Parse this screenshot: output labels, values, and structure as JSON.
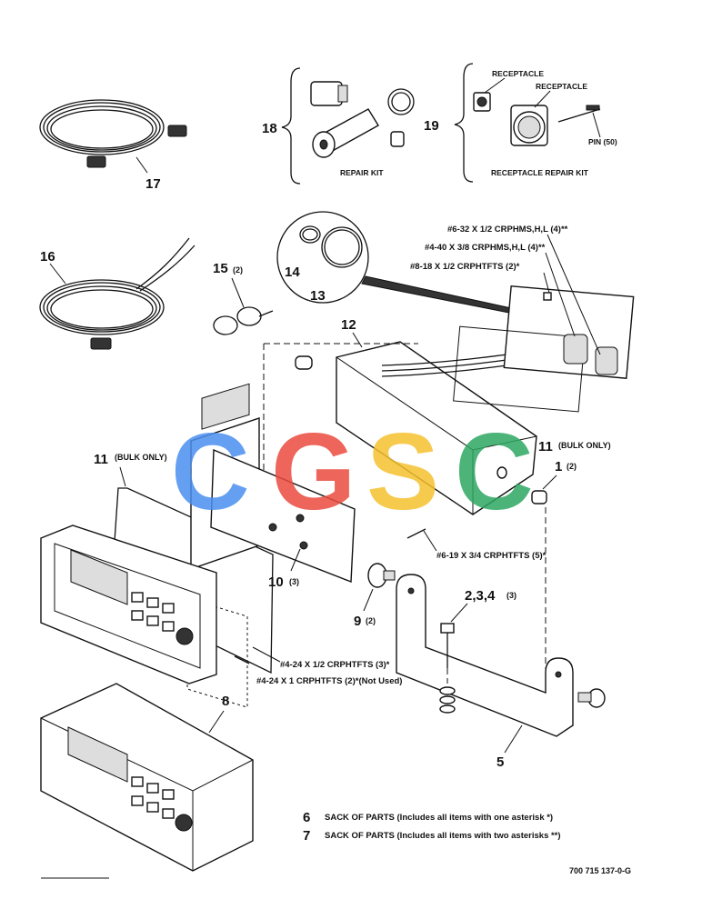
{
  "callouts": {
    "c1": "1",
    "c1q": "(2)",
    "c234": "2,3,4",
    "c234q": "(3)",
    "c5": "5",
    "c6": "6",
    "c6t": "SACK OF PARTS (Includes all items with one asterisk *)",
    "c7": "7",
    "c7t": "SACK OF PARTS (Includes all items with two asterisks **)",
    "c8": "8",
    "c9": "9",
    "c9q": "(2)",
    "c10": "10",
    "c10q": "(3)",
    "c11a": "11",
    "c11aq": "(BULK ONLY)",
    "c11b": "11",
    "c11bq": "(BULK ONLY)",
    "c12": "12",
    "c13": "13",
    "c14": "14",
    "c15": "15",
    "c15q": "(2)",
    "c16": "16",
    "c17": "17",
    "c18": "18",
    "c19": "19"
  },
  "labels": {
    "repair_kit": "REPAIR KIT",
    "receptacle_a": "RECEPTACLE",
    "receptacle_b": "RECEPTACLE",
    "pin": "PIN (50)",
    "receptacle_repair_kit": "RECEPTACLE REPAIR KIT",
    "screw_632": "#6-32 X 1/2 CRPHMS,H,L (4)**",
    "screw_440": "#4-40 X 3/8 CRPHMS,H,L (4)**",
    "screw_818": "#8-18 X 1/2 CRPHTFTS (2)*",
    "screw_619": "#6-19 X 3/4 CRPHTFTS (5)*",
    "screw_424a": "#4-24 X 1/2 CRPHTFTS (3)*",
    "screw_424b": "#4-24 X 1 CRPHTFTS (2)*(Not Used)"
  },
  "watermark": {
    "text": "CGSC",
    "colors": [
      "#4a8ff0",
      "#ea4b3f",
      "#f5c12e",
      "#2da862"
    ]
  },
  "drawing_number": "700 715 137-0-G"
}
